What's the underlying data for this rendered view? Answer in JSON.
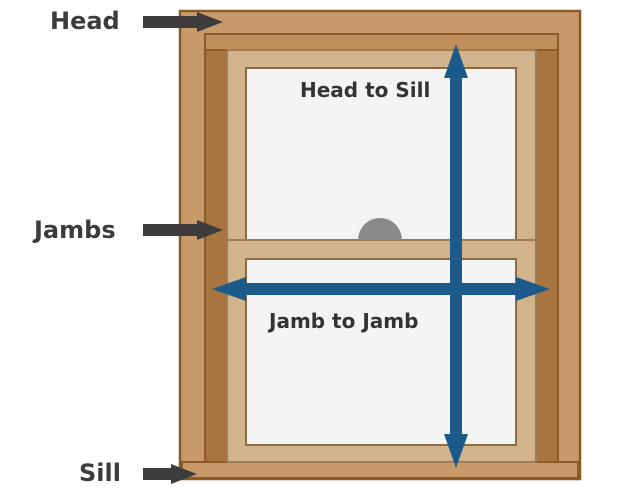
{
  "labels": {
    "head": "Head",
    "jambs": "Jambs",
    "sill": "Sill"
  },
  "measurements": {
    "vertical": "Head to Sill",
    "horizontal": "Jamb to Jamb"
  },
  "colors": {
    "frame_outer": "#c89a6a",
    "frame_edge": "#8b5a2b",
    "jamb_shadow": "#a8743f",
    "sash": "#d2b48c",
    "glass": "#f4f4f4",
    "arrow": "#1c5a8a",
    "pointer": "#3c3c3c",
    "lock": "#8a8a8a"
  }
}
